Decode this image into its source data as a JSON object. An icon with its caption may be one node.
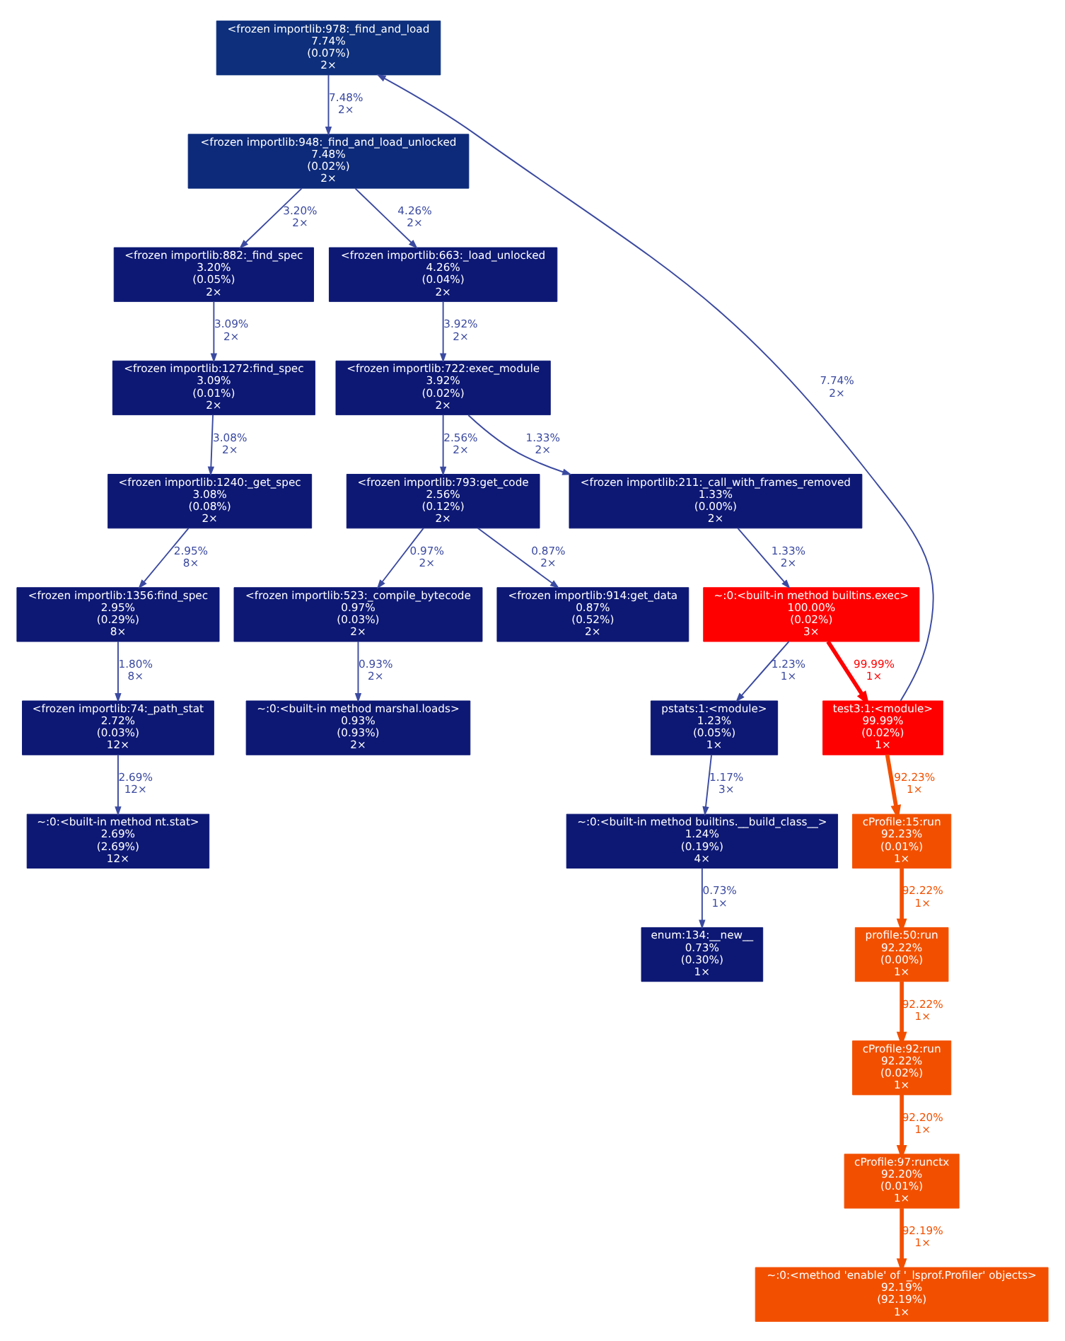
{
  "diagram": {
    "nodes": [
      {
        "text": [
          "<frozen importlib:978:_find_and_load",
          "7.74%",
          "(0.07%)",
          "2×"
        ]
      },
      {
        "text": [
          "<frozen importlib:948:_find_and_load_unlocked",
          "7.48%",
          "(0.02%)",
          "2×"
        ]
      },
      {
        "text": [
          "<frozen importlib:882:_find_spec",
          "3.20%",
          "(0.05%)",
          "2×"
        ]
      },
      {
        "text": [
          "<frozen importlib:663:_load_unlocked",
          "4.26%",
          "(0.04%)",
          "2×"
        ]
      },
      {
        "text": [
          "<frozen importlib:1272:find_spec",
          "3.09%",
          "(0.01%)",
          "2×"
        ]
      },
      {
        "text": [
          "<frozen importlib:722:exec_module",
          "3.92%",
          "(0.02%)",
          "2×"
        ]
      },
      {
        "text": [
          "<frozen importlib:1240:_get_spec",
          "3.08%",
          "(0.08%)",
          "2×"
        ]
      },
      {
        "text": [
          "<frozen importlib:793:get_code",
          "2.56%",
          "(0.12%)",
          "2×"
        ]
      },
      {
        "text": [
          "<frozen importlib:211:_call_with_frames_removed",
          "1.33%",
          "(0.00%)",
          "2×"
        ]
      },
      {
        "text": [
          "<frozen importlib:1356:find_spec",
          "2.95%",
          "(0.29%)",
          "8×"
        ]
      },
      {
        "text": [
          "<frozen importlib:523:_compile_bytecode",
          "0.97%",
          "(0.03%)",
          "2×"
        ]
      },
      {
        "text": [
          "<frozen importlib:914:get_data",
          "0.87%",
          "(0.52%)",
          "2×"
        ]
      },
      {
        "text": [
          "~:0:<built-in method builtins.exec>",
          "100.00%",
          "(0.02%)",
          "3×"
        ]
      },
      {
        "text": [
          "<frozen importlib:74:_path_stat",
          "2.72%",
          "(0.03%)",
          "12×"
        ]
      },
      {
        "text": [
          "~:0:<built-in method marshal.loads>",
          "0.93%",
          "(0.93%)",
          "2×"
        ]
      },
      {
        "text": [
          "pstats:1:<module>",
          "1.23%",
          "(0.05%)",
          "1×"
        ]
      },
      {
        "text": [
          "test3:1:<module>",
          "99.99%",
          "(0.02%)",
          "1×"
        ]
      },
      {
        "text": [
          "~:0:<built-in method nt.stat>",
          "2.69%",
          "(2.69%)",
          "12×"
        ]
      },
      {
        "text": [
          "~:0:<built-in method builtins.__build_class__>",
          "1.24%",
          "(0.19%)",
          "4×"
        ]
      },
      {
        "text": [
          "cProfile:15:run",
          "92.23%",
          "(0.01%)",
          "1×"
        ]
      },
      {
        "text": [
          "enum:134:__new__",
          "0.73%",
          "(0.30%)",
          "1×"
        ]
      },
      {
        "text": [
          "profile:50:run",
          "92.22%",
          "(0.00%)",
          "1×"
        ]
      },
      {
        "text": [
          "cProfile:92:run",
          "92.22%",
          "(0.02%)",
          "1×"
        ]
      },
      {
        "text": [
          "cProfile:97:runctx",
          "92.20%",
          "(0.01%)",
          "1×"
        ]
      },
      {
        "text": [
          "~:0:<method 'enable' of '_lsprof.Profiler' objects>",
          "92.19%",
          "(92.19%)",
          "1×"
        ]
      }
    ],
    "edges": [
      {
        "from": 0,
        "to": 1,
        "arrow": "to",
        "label": "7.48% 2×"
      },
      {
        "from": 1,
        "to": 2,
        "arrow": "to",
        "label": "3.20% 2×"
      },
      {
        "from": 1,
        "to": 3,
        "arrow": "to",
        "label": "4.26% 2×"
      },
      {
        "from": 2,
        "to": 4,
        "arrow": "to",
        "label": "3.09% 2×"
      },
      {
        "from": 3,
        "to": 5,
        "arrow": "to",
        "label": "3.92% 2×"
      },
      {
        "from": 4,
        "to": 6,
        "arrow": "to",
        "label": "3.08% 2×"
      },
      {
        "from": 5,
        "to": 7,
        "arrow": "to",
        "label": "2.56% 2×"
      },
      {
        "from": 5,
        "to": 8,
        "arrow": "to",
        "label": "1.33% 2×"
      },
      {
        "from": 6,
        "to": 9,
        "arrow": "to",
        "label": "2.95% 8×"
      },
      {
        "from": 7,
        "to": 10,
        "arrow": "to",
        "label": "0.97% 2×"
      },
      {
        "from": 7,
        "to": 11,
        "arrow": "to",
        "label": "0.87% 2×"
      },
      {
        "from": 8,
        "to": 12,
        "arrow": "to",
        "label": "1.33% 2×"
      },
      {
        "from": 9,
        "to": 13,
        "arrow": "to",
        "label": "1.80% 8×"
      },
      {
        "from": 10,
        "to": 14,
        "arrow": "to",
        "label": "0.93% 2×"
      },
      {
        "from": 12,
        "to": 15,
        "arrow": "to",
        "label": "1.23% 1×"
      },
      {
        "from": 12,
        "to": 16,
        "arrow": "to",
        "label": "99.99% 1×",
        "style": "thick",
        "color": "#ff0000"
      },
      {
        "from": 16,
        "to": 0,
        "arrow": "to",
        "label": "7.74% 2×"
      },
      {
        "from": 13,
        "to": 17,
        "arrow": "to",
        "label": "2.69% 12×"
      },
      {
        "from": 15,
        "to": 18,
        "arrow": "to",
        "label": "1.17% 3×"
      },
      {
        "from": 16,
        "to": 19,
        "arrow": "to",
        "label": "92.23% 1×",
        "style": "thick",
        "color": "#f25000"
      },
      {
        "from": 18,
        "to": 20,
        "arrow": "to",
        "label": "0.73% 1×"
      },
      {
        "from": 19,
        "to": 21,
        "arrow": "to",
        "label": "92.22% 1×",
        "style": "thick",
        "color": "#f25000"
      },
      {
        "from": 21,
        "to": 22,
        "arrow": "to",
        "label": "92.22% 1×",
        "style": "thick",
        "color": "#f25000"
      },
      {
        "from": 22,
        "to": 23,
        "arrow": "to",
        "label": "92.20% 1×",
        "style": "thick",
        "color": "#f25000"
      },
      {
        "from": 23,
        "to": 24,
        "arrow": "to",
        "label": "92.19% 1×",
        "style": "thick",
        "color": "#f25000"
      }
    ]
  }
}
